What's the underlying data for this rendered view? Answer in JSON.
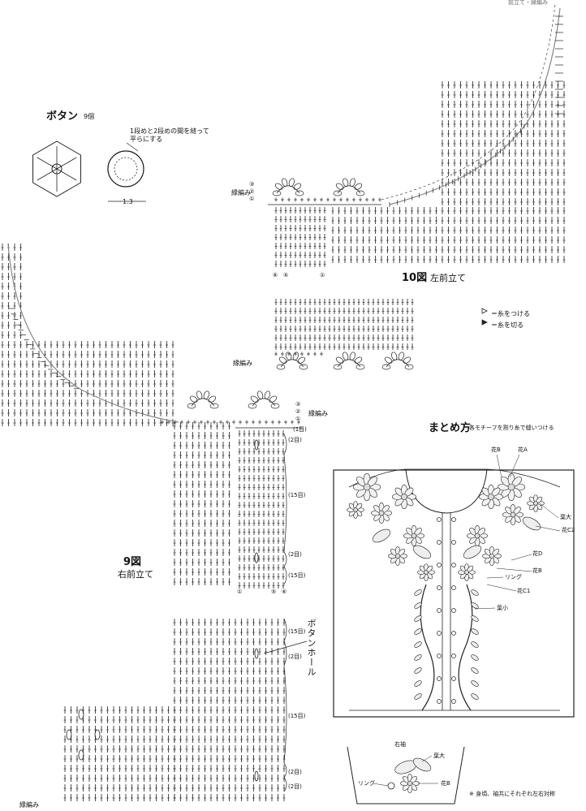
{
  "button_section": {
    "title": "ボタン",
    "count": "9個",
    "note_line1": "1段めと2段めの間を縫って",
    "note_line2": "平らにする",
    "dimension": "1.3"
  },
  "left_front": {
    "figure_number": "10図",
    "figure_title": "左前立て",
    "edge_label_top": "縁編み",
    "edge_label_bottom": "縁編み",
    "row_marks": [
      "③",
      "②",
      "①"
    ],
    "col_marks": [
      "⑥",
      "⑤",
      "①"
    ]
  },
  "legend": {
    "attach_yarn": "＝糸をつける",
    "cut_yarn": "＝糸を切る"
  },
  "right_front": {
    "figure_number": "9図",
    "figure_title": "右前立て",
    "edge_label": "縁編み",
    "buttonhole": "ボタンホール",
    "row_labels": [
      "(1目)",
      "(2目)",
      "(15目)",
      "(2目)",
      "(15目)",
      "(15目)",
      "(2目)",
      "(15目)",
      "(2目)",
      "(2目)"
    ],
    "col_marks": [
      "①",
      "⑤",
      "⑥"
    ],
    "top_marks": [
      "③",
      "②",
      "①"
    ]
  },
  "assembly": {
    "title": "まとめ方",
    "subtitle": "各モチーフを割り糸で縫いつける",
    "labels": {
      "flower_b_top": "花B",
      "flower_a": "花A",
      "leaf_large": "葉大",
      "flower_c2": "花C2",
      "flower_d": "花D",
      "flower_b_mid": "花B",
      "ring": "リング",
      "flower_c1": "花C1",
      "leaf_small": "葉小"
    }
  },
  "sleeve": {
    "title": "右袖",
    "leaf_large": "葉大",
    "ring": "リング",
    "flower_b": "花B",
    "note": "※ 身頃、袖共にそれぞれ左右対称"
  },
  "corner_text": "前立て・縁編み"
}
